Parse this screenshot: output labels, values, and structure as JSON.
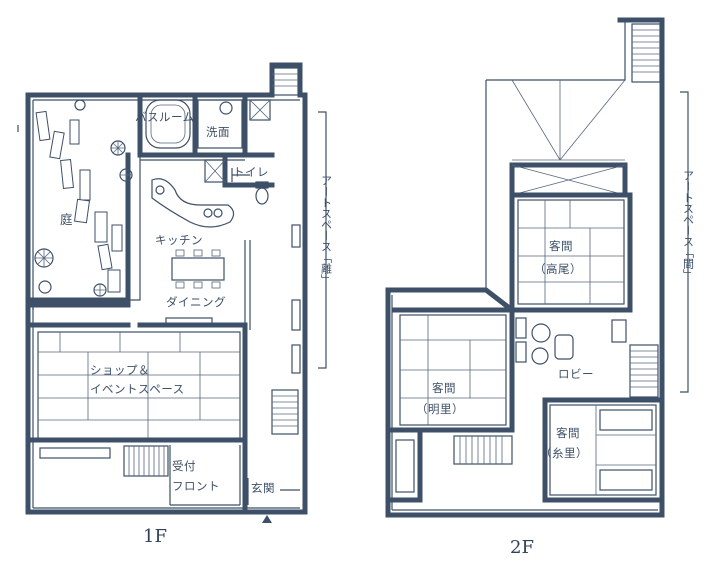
{
  "floors": {
    "first": {
      "label": "1F",
      "rooms": {
        "bath": "バスルーム",
        "washroom": "洗面",
        "toilet": "トイレ",
        "garden": "庭",
        "kitchen": "キッチン",
        "dining": "ダイニング",
        "shop": "ショップ＆",
        "shop_line2": "イベントスペース",
        "reception": "受付",
        "reception_line2": "フロント",
        "entrance": "玄関"
      },
      "art_space": "アートスペース「離」"
    },
    "second": {
      "label": "2F",
      "rooms": {
        "takao": "客間",
        "takao_name": "（高尾）",
        "akari": "客間",
        "akari_name": "（明里）",
        "itori": "客間",
        "itori_name": "（糸里）",
        "lobby": "ロビー"
      },
      "art_space": "アートスペース「間」"
    }
  },
  "colors": {
    "ink": "#3d5068",
    "paper": "#ffffff"
  },
  "icons": [
    "tree-icon",
    "stepping-stone-icon",
    "staircase-icon",
    "bathtub-icon",
    "toilet-icon",
    "entrance-arrow-icon"
  ]
}
